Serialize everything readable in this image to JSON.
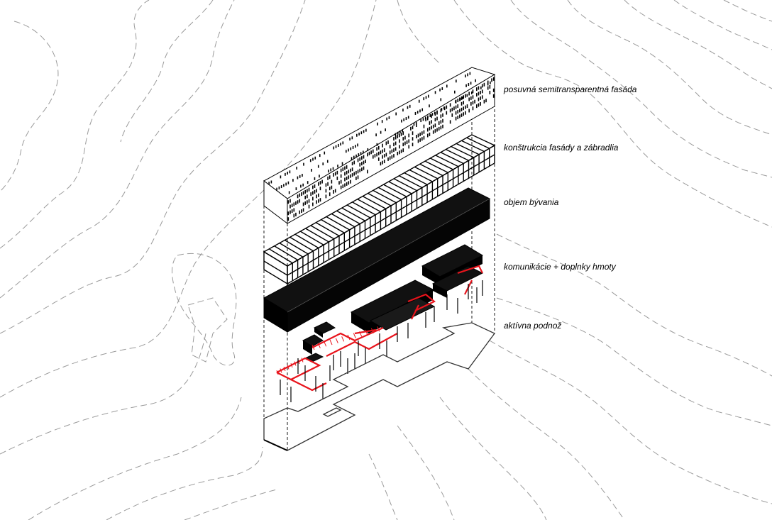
{
  "labels": {
    "facade": "posuvná semitransparentná fasáda",
    "frame": "konštrukcia fasády a zábradlia",
    "volume": "objem bývania",
    "communications": "komunikácie + doplnky hmoty",
    "base": "aktívna podnož"
  },
  "colors": {
    "ink": "#000000",
    "accent": "#e8141c",
    "contour": "#9a9a9a",
    "background": "#ffffff"
  }
}
